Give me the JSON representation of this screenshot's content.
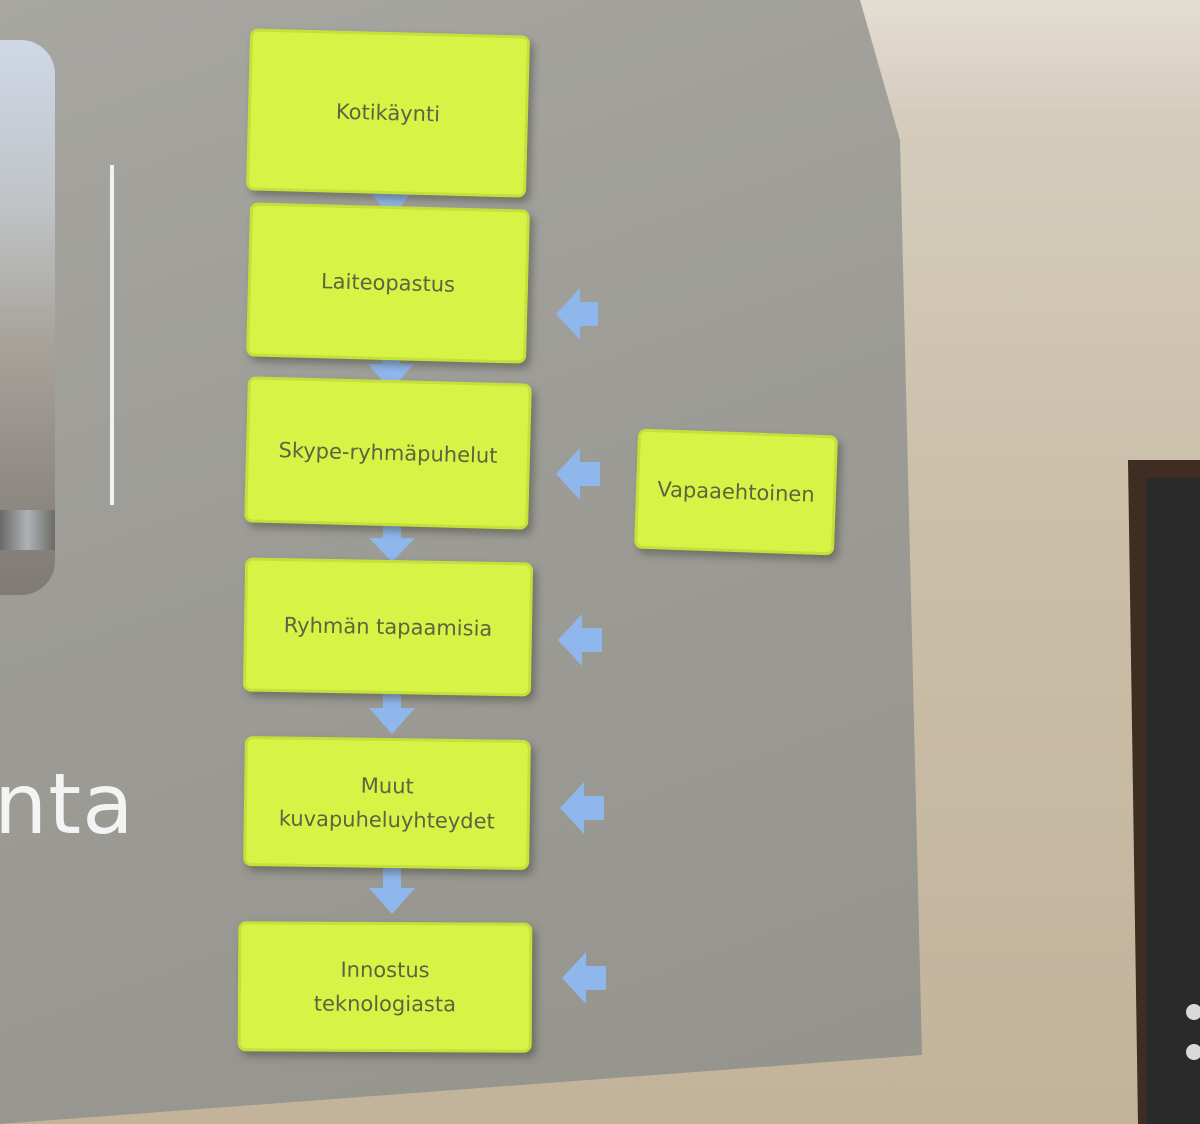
{
  "slide": {
    "partial_title": "nta",
    "flow_steps": [
      {
        "label": "Kotikäynti"
      },
      {
        "label": "Laiteopastus"
      },
      {
        "label": "Skype-ryhmäpuhelut"
      },
      {
        "label": "Ryhmän tapaamisia"
      },
      {
        "label": "Muut\nkuvapuheluyhteydet"
      },
      {
        "label": "Innostus\nteknologiasta"
      }
    ],
    "side_box": {
      "label": "Vapaaehtoinen"
    },
    "colors": {
      "box_fill": "#d7f446",
      "box_text": "#5c6540",
      "arrow": "#8fb7ec"
    }
  }
}
